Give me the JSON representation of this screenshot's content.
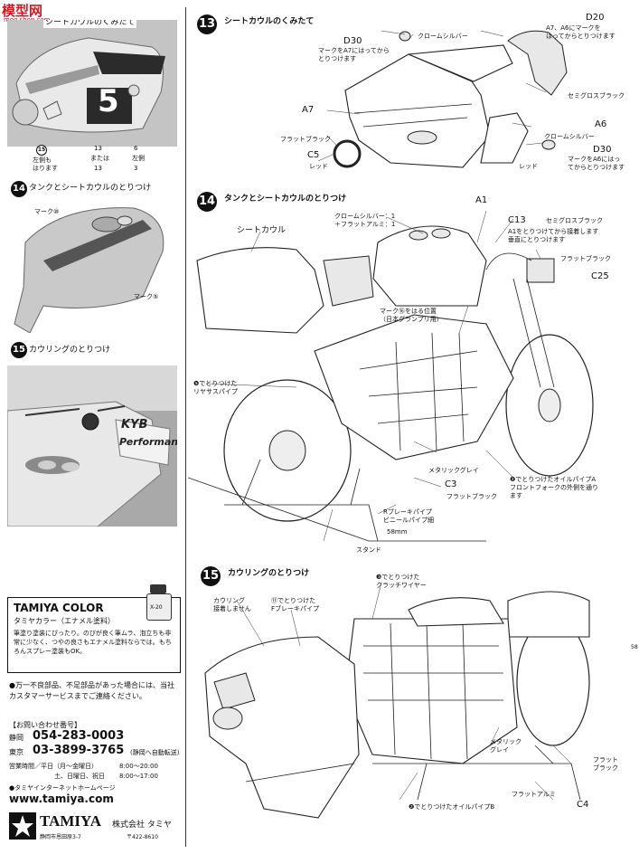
{
  "watermark": {
    "brand": "模型网",
    "url": "moo.shon.com"
  },
  "sidebar": {
    "step13_photo": {
      "caption": "シートカウルのくみたて",
      "seat_number": "5",
      "callouts": [
        {
          "num": "15",
          "text": "左側も\nはります"
        },
        {
          "num": "13",
          "text": "または"
        },
        {
          "num": "13b",
          "text": "13"
        },
        {
          "num": "6",
          "text": "左側"
        },
        {
          "num": "3",
          "text": ""
        }
      ]
    },
    "step14_photo": {
      "step": "14",
      "caption": "タンクとシートカウルのとりつけ",
      "label_top": "マーク⑩",
      "label_bottom": "マーク⑤"
    },
    "step15_photo": {
      "step": "15",
      "caption": "カウリングのとりつけ",
      "logo_text": "KYB",
      "sticker_text": "Performance"
    },
    "color_box": {
      "title": "TAMIYA COLOR",
      "subtitle": "タミヤカラー（エナメル塗料）",
      "body": "筆塗り塗装にぴったり。のびが良く筆ムラ、泡立ちも非常に少なく、つやの良さもエナメル塗料ならでは。もちろんスプレー塗装もOK。",
      "bottle_label": "X-20"
    },
    "service": {
      "notice": "●万一不良部品、不足部品があった場合には、当社カスタマーサービスまでご連絡ください。",
      "inquiry_label": "【お問い合わせ番号】",
      "shizuoka_label": "静岡",
      "shizuoka_number": "054-283-0003",
      "tokyo_label": "東京",
      "tokyo_number": "03-3899-3765",
      "tokyo_note": "(静岡へ自動転送)",
      "hours_label": "営業時間／平日（月～金曜日）",
      "hours_weekday": "8:00～20:00",
      "hours_weekend_label": "土、日曜日、祝日",
      "hours_weekend": "8:00～17:00",
      "web_label": "●タミヤインターネットホームページ",
      "url": "www.tamiya.com"
    },
    "footer": {
      "brand": "TAMIYA",
      "company": "株式会社 タミヤ",
      "address": "静岡市恩田原3-7",
      "postal": "〒422-8610"
    }
  },
  "step13": {
    "num": "13",
    "title": "シートカウルのくみたて",
    "labels": {
      "d30_top": "D30",
      "d30_top_note": "マークをA7にはってから\nとりつけます",
      "chrome_silver": "クロームシルバー",
      "d20": "D20",
      "d20_note": "A7、A6にマークを\nはってからとりつけます",
      "semi_gloss_black": "セミグロスブラック",
      "a7": "A7",
      "flat_black": "フラットブラック",
      "c5": "C5",
      "red": "レッド",
      "a6": "A6",
      "chrome_silver_2": "クロームシルバー",
      "d30_bottom": "D30",
      "d30_bottom_note": "マークをA6にはっ\nてからとりつけます",
      "red_2": "レッド"
    }
  },
  "step14": {
    "num": "14",
    "title": "タンクとシートカウルのとりつけ",
    "labels": {
      "a1": "A1",
      "chrome": "クロームシルバー：1\n＋フラットアルミ：1",
      "seat_cowl": "シートカウル",
      "c13": "C13",
      "semi_gloss": "セミグロスブラック",
      "c13_note": "A1をとりつけてから接着します\n垂直にとりつけます",
      "flat_black": "フラットブラック",
      "c25": "C25",
      "mark_pos": "マーク⑯をはる位置\n（日本グランプリ用）",
      "pipe_label": "❺でとりつけた\nリヤサスパイプ",
      "metallic_gray": "メタリックグレイ",
      "c3": "C3",
      "flat_black_2": "フラットブラック",
      "oil_pipe_note": "❷でとりつけたオイルパイプA\nフロントフォークの外側を通り\nます",
      "brake_pipe": "Rブレーキパイプ\nビニールパイプ細",
      "length": "58mm",
      "stand": "スタンド"
    }
  },
  "step15": {
    "num": "15",
    "title": "カウリングのとりつけ",
    "labels": {
      "clutch_wire": "❸でとりつけた\nクラッチワイヤー",
      "cowl_no_glue": "カウリング\n接着しません",
      "f_brake_pipe": "⑪でとりつけた\nFブレーキパイプ",
      "metallic_gray": "メタリック\nグレイ",
      "flat_black": "フラット\nブラック",
      "flat_aluminum": "フラットアルミ",
      "c4": "C4",
      "oil_pipe_b": "❷でとりつけたオイルパイプB"
    }
  },
  "page_marker": "58"
}
